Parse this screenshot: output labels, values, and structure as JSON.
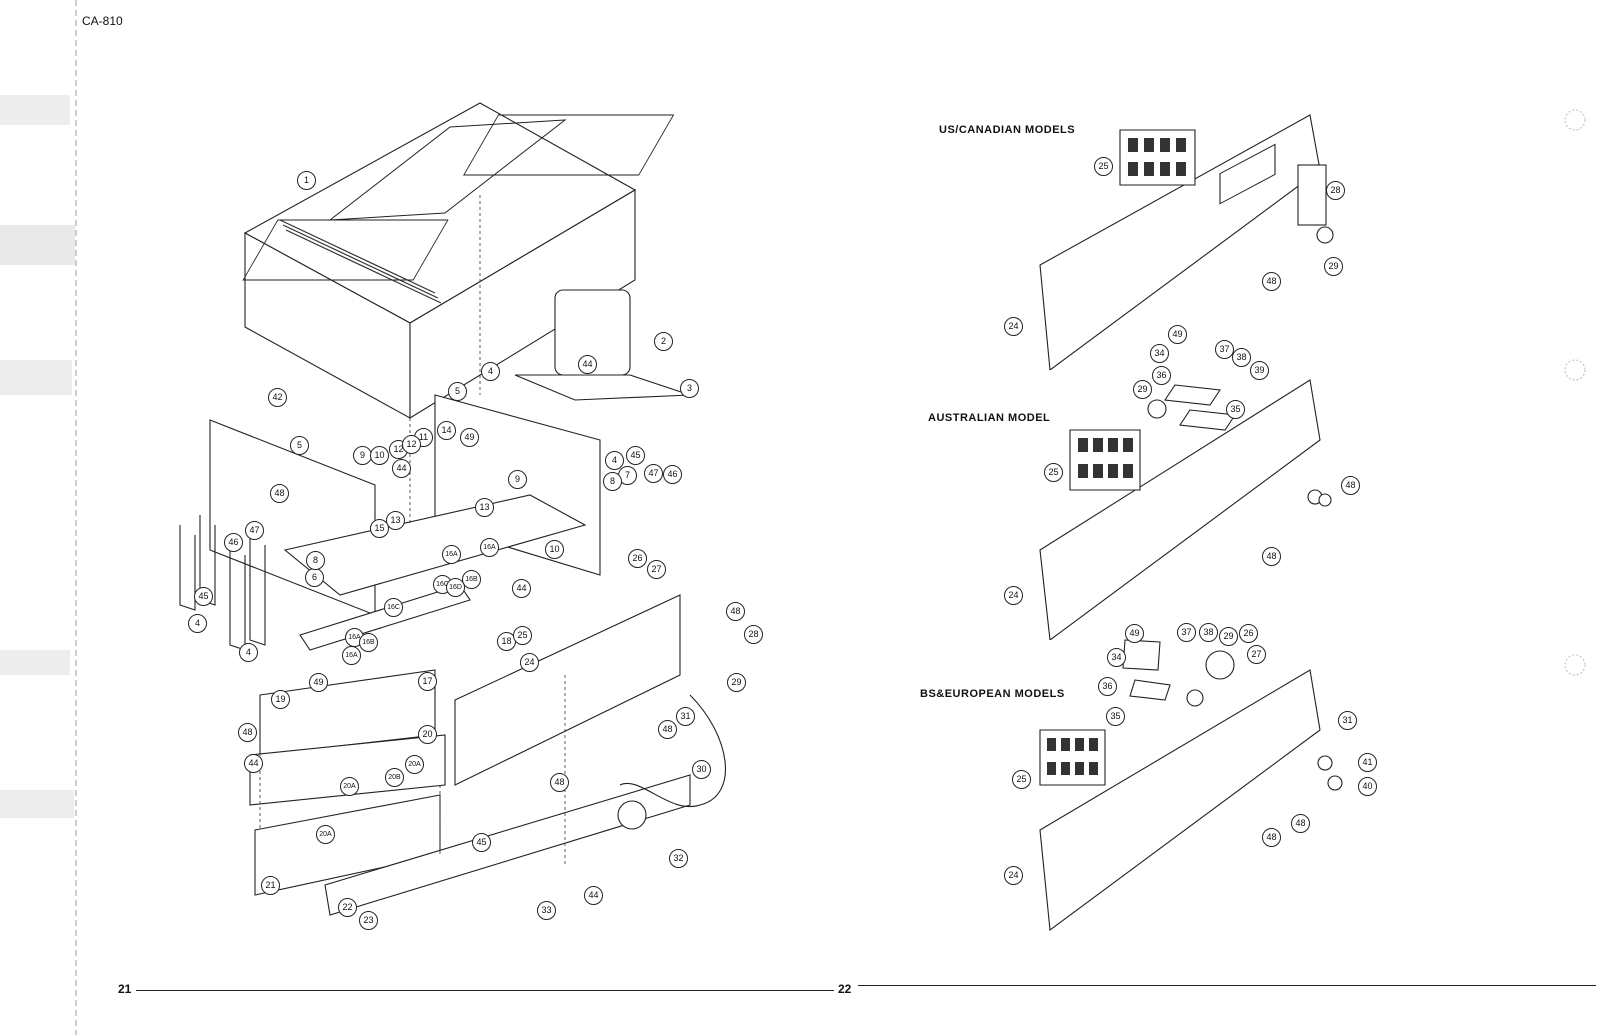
{
  "header": {
    "model": "CA-810"
  },
  "sections": {
    "us_canadian": "US/CANADIAN MODELS",
    "australian": "AUSTRALIAN MODEL",
    "bs_european": "BS&EUROPEAN MODELS"
  },
  "pages": {
    "left": "21",
    "right": "22"
  },
  "callouts": {
    "main": [
      "1",
      "2",
      "3",
      "4",
      "4",
      "4",
      "4",
      "5",
      "5",
      "6",
      "7",
      "8",
      "8",
      "9",
      "9",
      "10",
      "10",
      "11",
      "12",
      "12",
      "13",
      "13",
      "14",
      "15",
      "16A",
      "16A",
      "16A",
      "16A",
      "16B",
      "16B",
      "16C",
      "16C",
      "16D",
      "17",
      "18",
      "19",
      "20",
      "20A",
      "20A",
      "20A",
      "20B",
      "21",
      "22",
      "23",
      "24",
      "25",
      "26",
      "27",
      "28",
      "29",
      "30",
      "31",
      "32",
      "33",
      "42",
      "44",
      "44",
      "44",
      "44",
      "44",
      "45",
      "45",
      "45",
      "46",
      "46",
      "47",
      "47",
      "48",
      "48",
      "48",
      "48",
      "48",
      "49",
      "49"
    ],
    "us": [
      "25",
      "28",
      "48",
      "29",
      "24"
    ],
    "au": [
      "49",
      "37",
      "38",
      "39",
      "34",
      "36",
      "29",
      "35",
      "25",
      "48",
      "48",
      "24"
    ],
    "eu": [
      "49",
      "37",
      "38",
      "29",
      "26",
      "27",
      "34",
      "36",
      "35",
      "31",
      "41",
      "40",
      "25",
      "48",
      "48",
      "24"
    ]
  }
}
